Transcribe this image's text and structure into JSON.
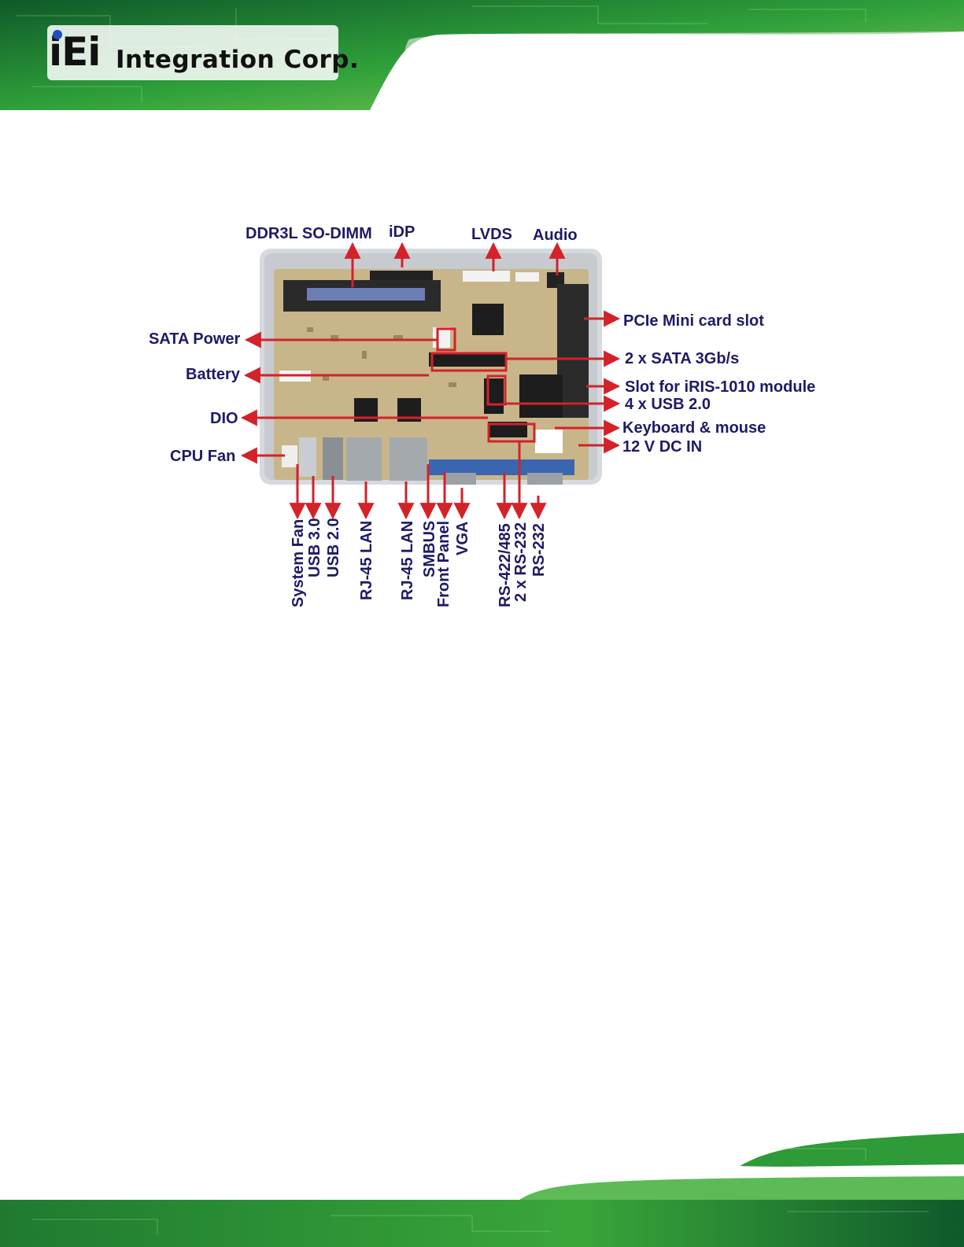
{
  "header": {
    "logo_mark": "iEi",
    "logo_text": "Integration Corp."
  },
  "diagram": {
    "top_labels": {
      "ddr3l": "DDR3L SO-DIMM",
      "idp": "iDP",
      "lvds": "LVDS",
      "audio": "Audio"
    },
    "left_labels": {
      "sata_power": "SATA Power",
      "battery": "Battery",
      "dio": "DIO",
      "cpu_fan": "CPU Fan"
    },
    "right_labels": {
      "pcie": "PCIe Mini card slot",
      "sata": "2 x SATA 3Gb/s",
      "iris": "Slot for iRIS-1010 module",
      "usb20_4x": "4 x USB 2.0",
      "kbms": "Keyboard & mouse",
      "dcin": "12 V DC IN"
    },
    "bottom_labels": {
      "system_fan": "System Fan",
      "usb30": "USB 3.0",
      "usb20": "USB 2.0",
      "lan1": "RJ-45 LAN",
      "lan2": "RJ-45 LAN",
      "smbus": "SMBUS",
      "front_panel": "Front Panel",
      "vga": "VGA",
      "rs422": "RS-422/485",
      "rs232x2": "2 x RS-232",
      "rs232": "RS-232"
    }
  },
  "colors": {
    "label": "#1e1a66",
    "arrow": "#d3222a",
    "banner_green": "#3fae3a",
    "board_pcb": "#c8b68a"
  }
}
